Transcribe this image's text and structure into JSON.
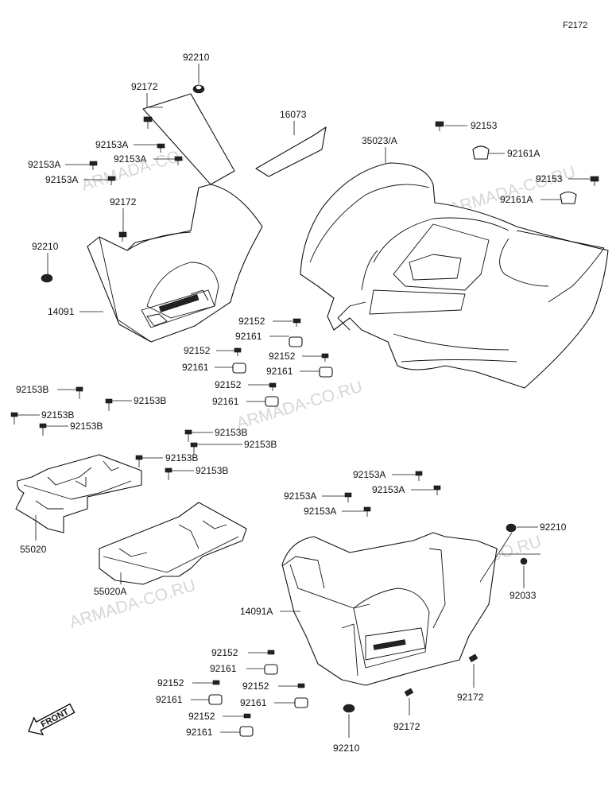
{
  "figure_code": "F2172",
  "watermark": "ARMADA-CO.RU",
  "front_label": "FRONT",
  "labels": {
    "l_92210_top": "92210",
    "l_92172_top": "92172",
    "l_92153A_1": "92153A",
    "l_92153A_2": "92153A",
    "l_92153A_3": "92153A",
    "l_92153A_4": "92153A",
    "l_92172_mid": "92172",
    "l_92210_left": "92210",
    "l_14091": "14091",
    "l_16073": "16073",
    "l_35023A": "35023/A",
    "l_92153_1": "92153",
    "l_92161A_1": "92161A",
    "l_92153_2": "92153",
    "l_92161A_2": "92161A",
    "l_92152_a": "92152",
    "l_92161_a": "92161",
    "l_92152_b": "92152",
    "l_92161_b": "92161",
    "l_92152_c": "92152",
    "l_92161_c": "92161",
    "l_92152_d": "92152",
    "l_92161_d": "92161",
    "l_92153B_1": "92153B",
    "l_92153B_2": "92153B",
    "l_92153B_3": "92153B",
    "l_92153B_4": "92153B",
    "l_92153B_5": "92153B",
    "l_92153B_6": "92153B",
    "l_92153B_7": "92153B",
    "l_92153B_8": "92153B",
    "l_55020": "55020",
    "l_55020A": "55020A",
    "l_92153A_5": "92153A",
    "l_92153A_6": "92153A",
    "l_92153A_7": "92153A",
    "l_92153A_8": "92153A",
    "l_92210_r": "92210",
    "l_92033": "92033",
    "l_14091A": "14091A",
    "l_92172_r1": "92172",
    "l_92172_r2": "92172",
    "l_92210_b": "92210",
    "l_92152_e": "92152",
    "l_92161_e": "92161",
    "l_92152_f": "92152",
    "l_92161_f": "92161",
    "l_92152_g": "92152",
    "l_92161_g": "92161",
    "l_92152_h": "92152",
    "l_92161_h": "92161"
  }
}
